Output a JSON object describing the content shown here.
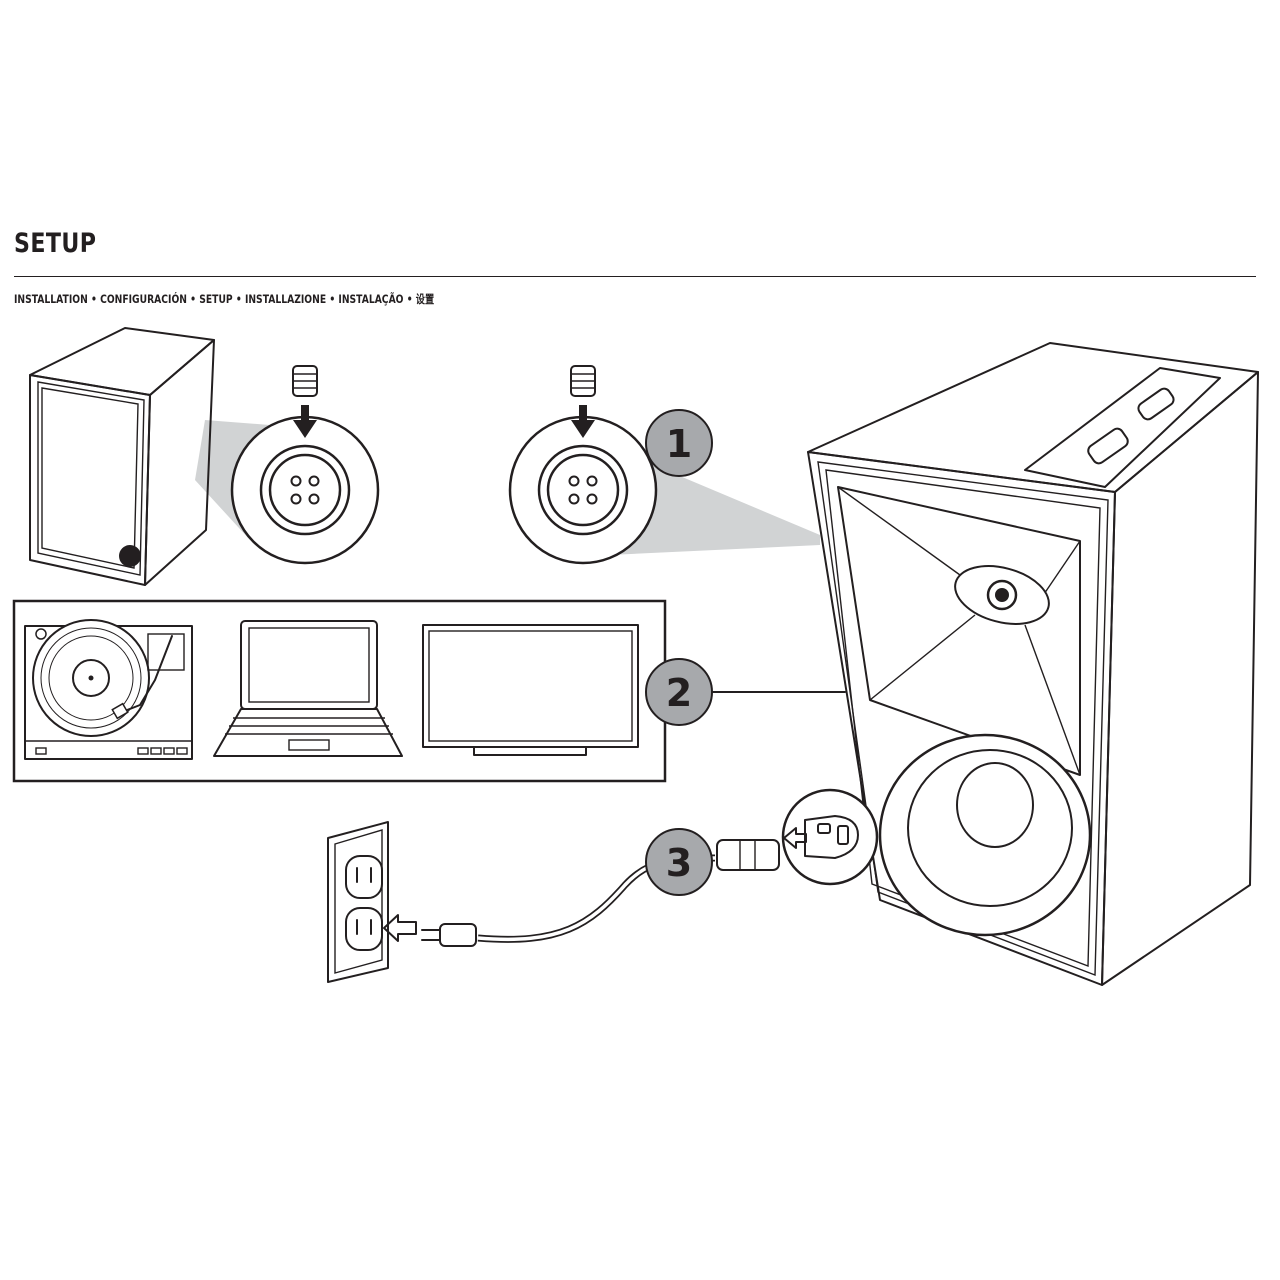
{
  "header": {
    "title": "SETUP",
    "subtitle": "INSTALLATION • CONFIGURACIÓN • SETUP • INSTALLAZIONE • INSTALAÇÃO • 设置"
  },
  "steps": [
    {
      "number": "1"
    },
    {
      "number": "2"
    },
    {
      "number": "3"
    }
  ],
  "colors": {
    "line": "#231f20",
    "badge": "#a7a9ac",
    "callout": "#d1d3d4"
  }
}
